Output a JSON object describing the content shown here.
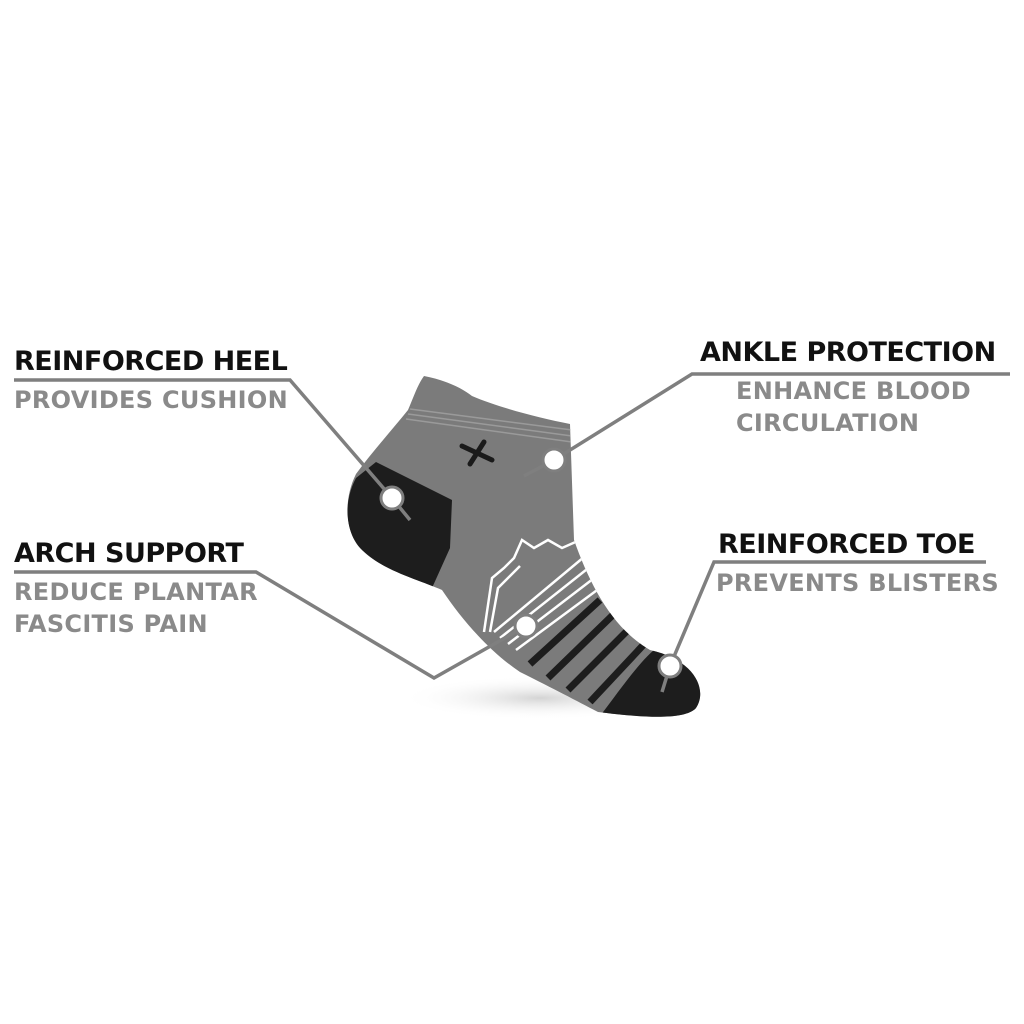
{
  "colors": {
    "sock_body": "#7b7b7b",
    "sock_dark": "#1d1d1d",
    "leader_line": "#7f7f7f",
    "title_text": "#111111",
    "desc_text": "#8a8a8a"
  },
  "callouts": {
    "heel": {
      "title": "REINFORCED HEEL",
      "desc_lines": [
        "PROVIDES CUSHION"
      ]
    },
    "ankle": {
      "title": "ANKLE PROTECTION",
      "desc_lines": [
        "ENHANCE BLOOD",
        "CIRCULATION"
      ]
    },
    "arch": {
      "title": "ARCH SUPPORT",
      "desc_lines": [
        "REDUCE PLANTAR",
        "FASCITIS PAIN"
      ]
    },
    "toe": {
      "title": "REINFORCED TOE",
      "desc_lines": [
        "PREVENTS BLISTERS"
      ]
    }
  },
  "product": {
    "logo_icon": "x-brand-logo-icon"
  }
}
